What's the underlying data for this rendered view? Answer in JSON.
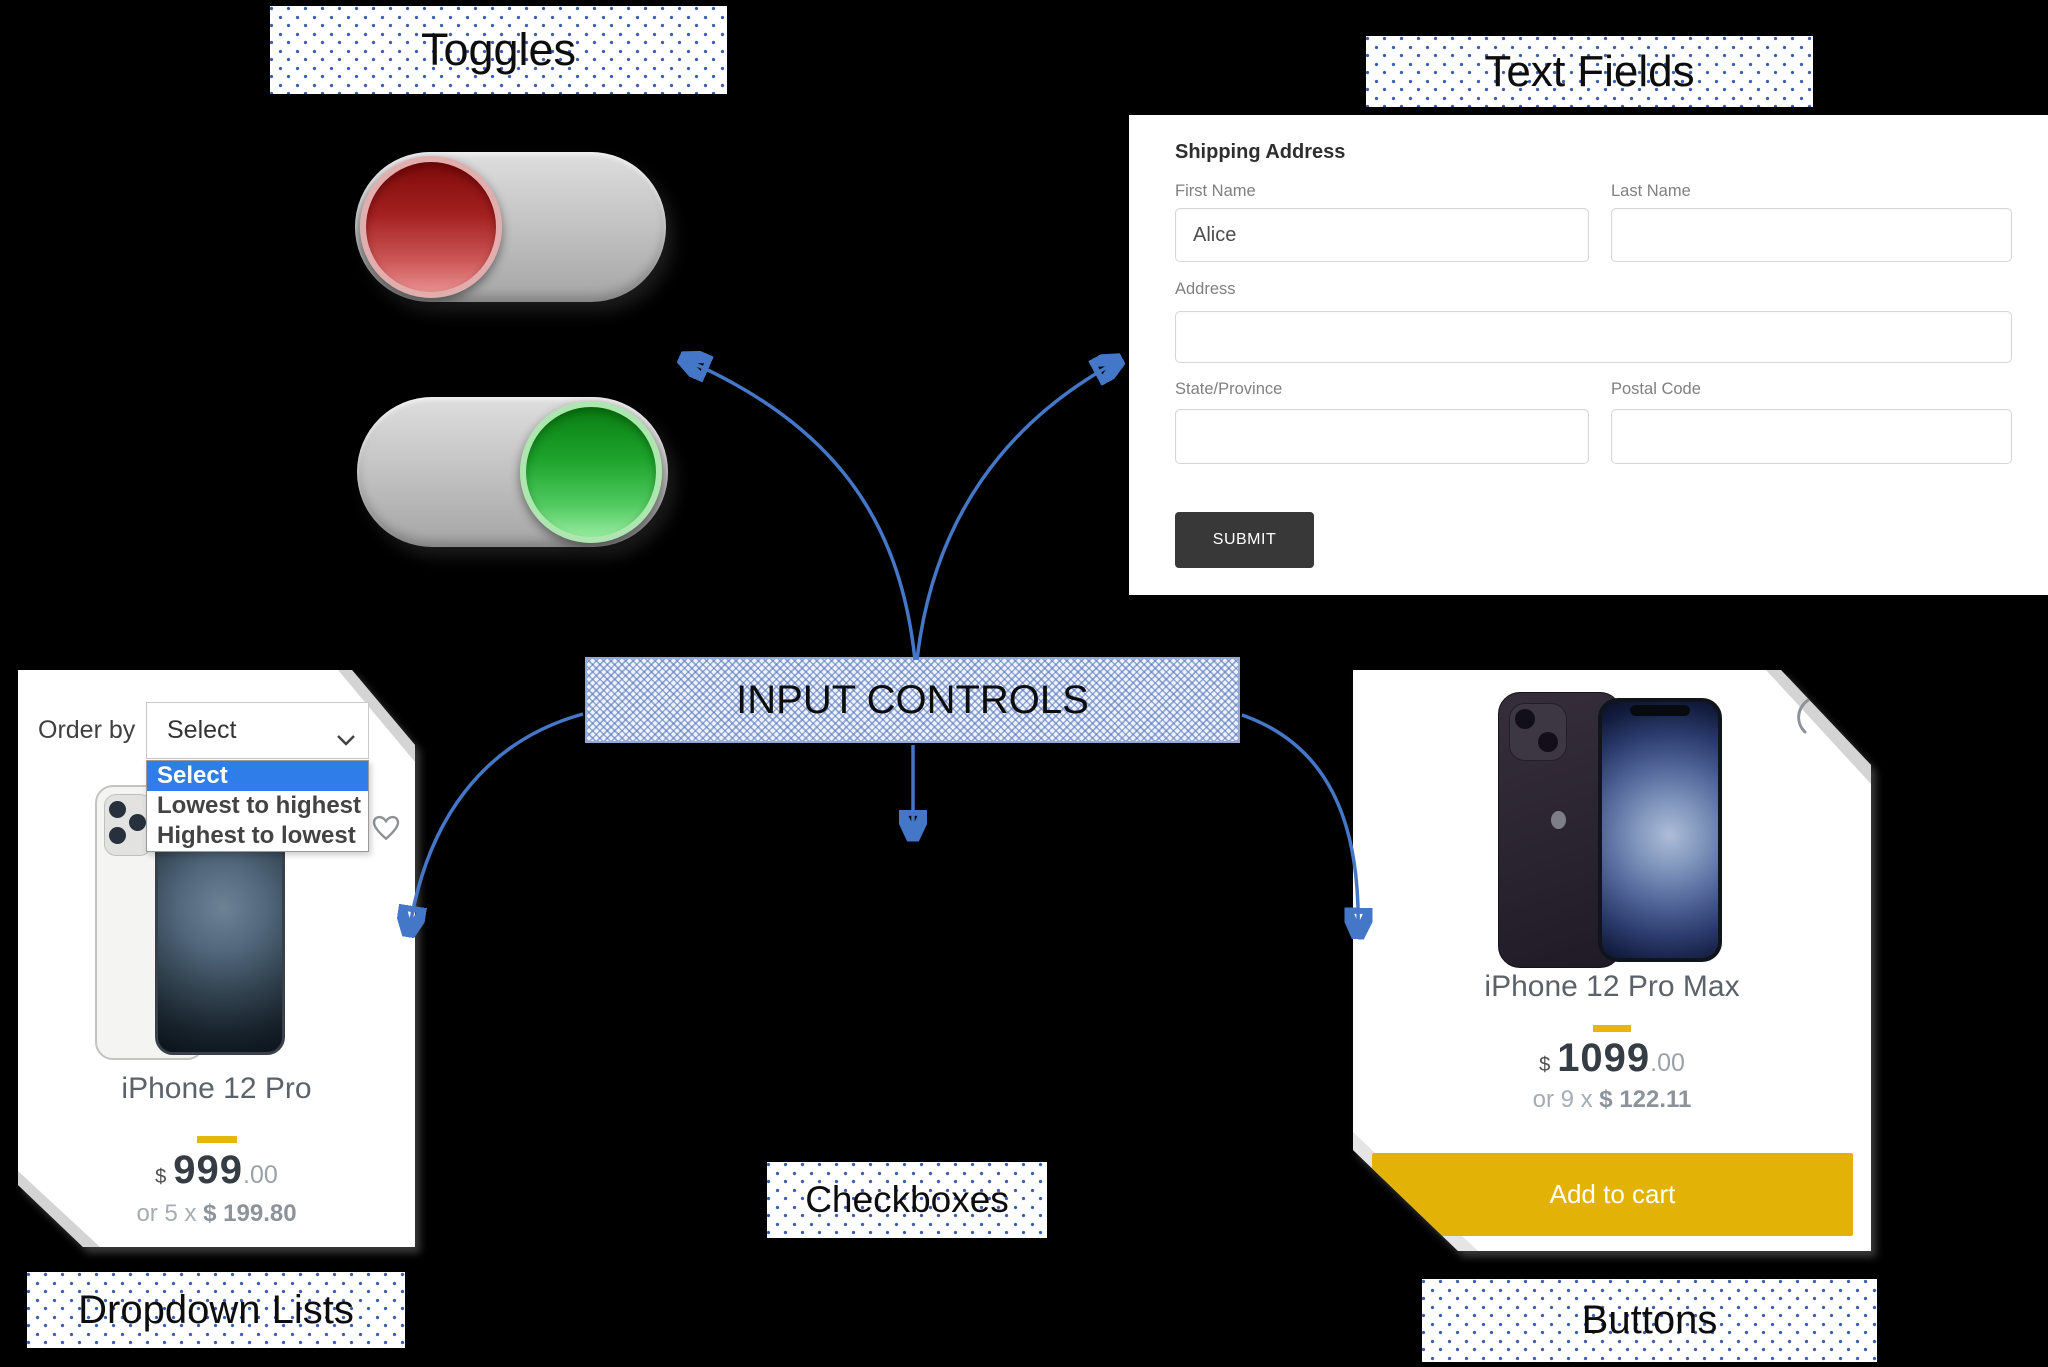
{
  "center_label": "INPUT CONTROLS",
  "section_labels": {
    "toggles": "Toggles",
    "text_fields": "Text Fields",
    "checkboxes": "Checkboxes",
    "dropdown_lists": "Dropdown Lists",
    "buttons": "Buttons"
  },
  "form": {
    "heading": "Shipping Address",
    "first_name": {
      "label": "First Name",
      "value": "Alice"
    },
    "last_name": {
      "label": "Last Name",
      "value": ""
    },
    "address": {
      "label": "Address",
      "value": ""
    },
    "state": {
      "label": "State/Province",
      "value": ""
    },
    "postal": {
      "label": "Postal Code",
      "value": ""
    },
    "submit_label": "SUBMIT"
  },
  "dropdown_card": {
    "order_by_label": "Order by",
    "select_value": "Select",
    "options": [
      "Select",
      "Lowest to highest",
      "Highest to lowest"
    ],
    "product_name": "iPhone 12 Pro",
    "currency": "$",
    "price_whole": "999",
    "price_fraction": ".00",
    "installment_prefix": "or 5 x",
    "installment_amount": "$ 199.80"
  },
  "buttons_card": {
    "product_name": "iPhone 12 Pro Max",
    "currency": "$",
    "price_whole": "1099",
    "price_fraction": ".00",
    "installment_prefix": "or 9 x",
    "installment_amount": "$ 122.11",
    "add_to_cart_label": "Add to cart"
  },
  "icons": {
    "dropdown_chevron": "chevron-down",
    "wishlist": "heart-outline",
    "folded_corner": "dog-ear"
  },
  "colors": {
    "arrow_blue": "#4577c8",
    "accent_yellow": "#e6b70a",
    "select_highlight_blue": "#2f7de9",
    "toggle_off_red": "#a32020",
    "toggle_on_green": "#1da32c",
    "submit_dark": "#383838",
    "add_to_cart_yellow": "#e2b206"
  }
}
